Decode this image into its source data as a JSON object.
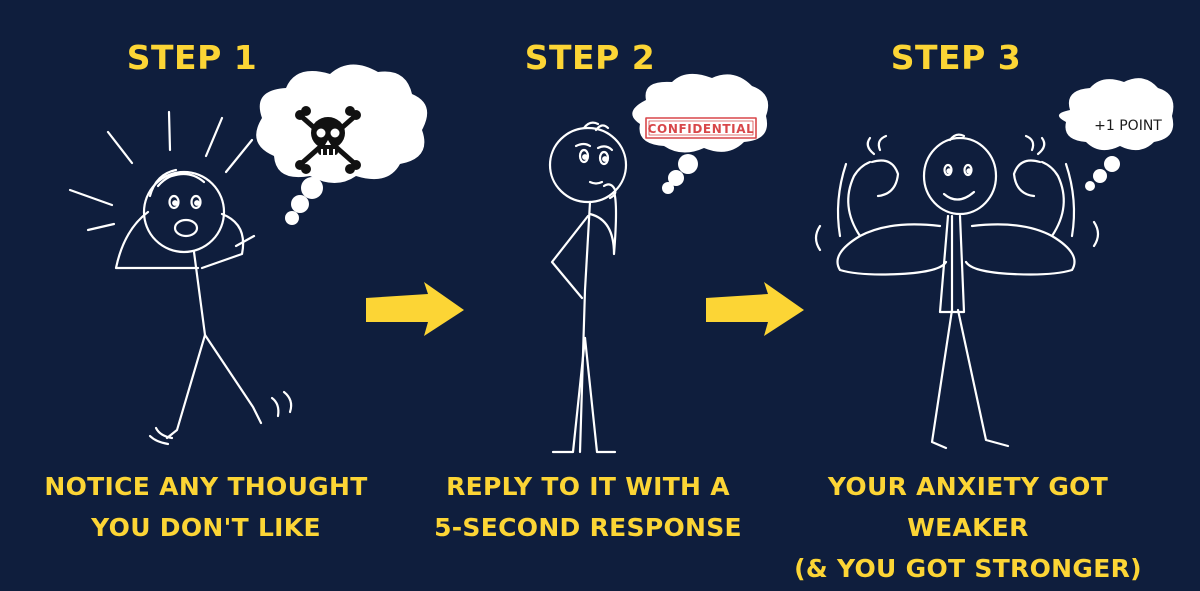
{
  "steps": [
    {
      "title": "STEP 1",
      "caption_line1": "NOTICE ANY THOUGHT",
      "caption_line2": "YOU DON'T LIKE",
      "bubble_icon": "skull-crossbones-icon"
    },
    {
      "title": "STEP 2",
      "caption_line1": "REPLY TO IT WITH A",
      "caption_line2": "5-SECOND RESPONSE",
      "bubble_text": "CONFIDENTIAL"
    },
    {
      "title": "STEP 3",
      "caption_line1": "YOUR ANXIETY GOT WEAKER",
      "caption_line2": "(& YOU GOT STRONGER)",
      "bubble_text": "+1 POINT"
    }
  ],
  "colors": {
    "background": "#0f1e3d",
    "accent": "#fcd535",
    "line": "#ffffff",
    "stamp": "#d8474a"
  }
}
